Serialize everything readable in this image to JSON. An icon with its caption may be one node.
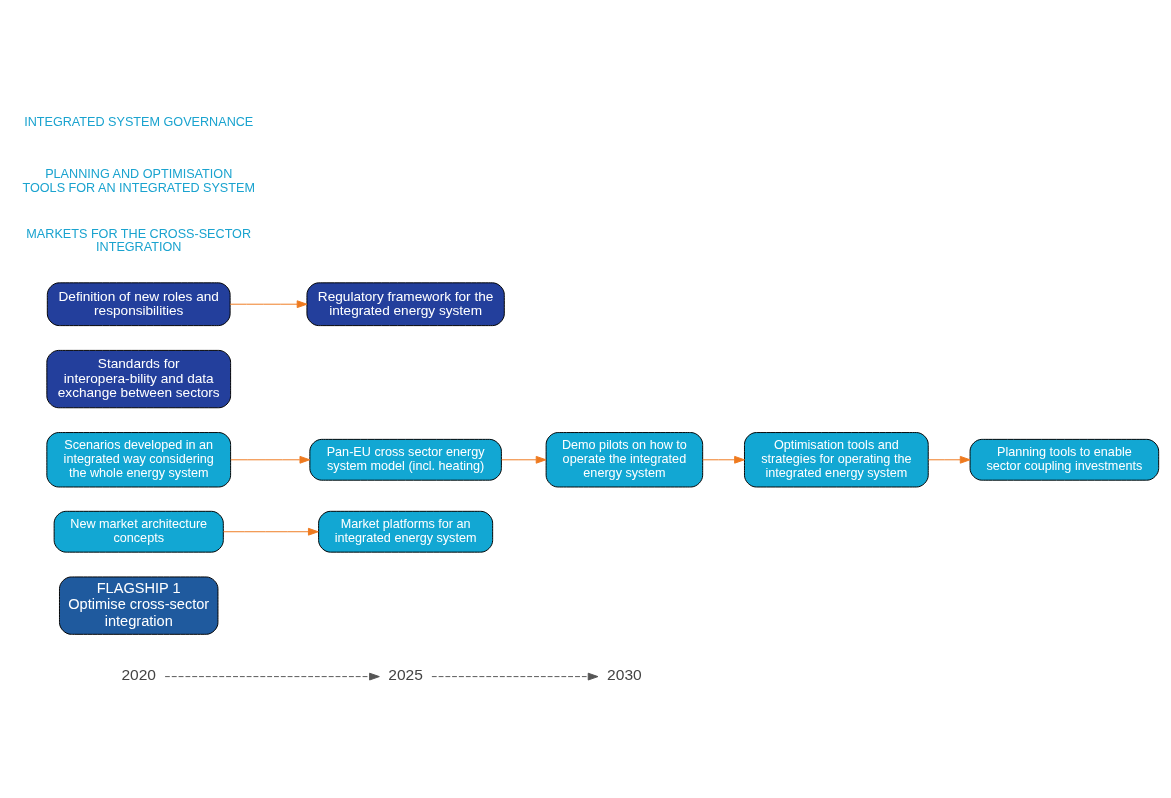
{
  "diagram": {
    "nodes": [
      {
        "text": [
          "2020"
        ]
      },
      {
        "text": [
          "2025"
        ]
      },
      {
        "text": [
          "2030"
        ]
      },
      {
        "text": [
          "FLAGSHIP 1",
          "Optimise cross-sector integration"
        ]
      },
      {
        "text": [
          "New market architecture concepts"
        ]
      },
      {
        "text": [
          "Market platforms for an integrated energy system"
        ]
      },
      {
        "text": [
          "Scenarios developed in an integrated way considering the whole energy system"
        ]
      },
      {
        "text": [
          "Pan-EU cross sector energy system model (incl. heating)"
        ]
      },
      {
        "text": [
          "Demo pilots on how to operate the integrated energy system"
        ]
      },
      {
        "text": [
          "Optimisation tools and strategies for operating the integrated energy system"
        ]
      },
      {
        "text": [
          "Planning tools to enable sector coupling investments"
        ]
      },
      {
        "text": [
          "Standards for interopera-bility and data exchange between sectors"
        ]
      },
      {
        "text": [
          "Definition of new roles and responsibilities"
        ]
      },
      {
        "text": [
          "Regulatory framework for the integrated energy system"
        ]
      }
    ],
    "edges": [
      {
        "from": 0,
        "to": 1,
        "arrow": "to",
        "style": "dashed",
        "color": "#555555"
      },
      {
        "from": 1,
        "to": 2,
        "arrow": "to",
        "style": "dashed",
        "color": "#555555"
      },
      {
        "from": 4,
        "to": 5,
        "arrow": "to"
      },
      {
        "from": 6,
        "to": 7,
        "arrow": "to"
      },
      {
        "from": 7,
        "to": 8,
        "arrow": "to"
      },
      {
        "from": 8,
        "to": 9,
        "arrow": "to"
      },
      {
        "from": 9,
        "to": 10,
        "arrow": "to"
      },
      {
        "from": 12,
        "to": 13,
        "arrow": "to"
      }
    ],
    "labels": [
      "MARKETS FOR THE CROSS-SECTOR INTEGRATION",
      "PLANNING AND OPTIMISATION TOOLS FOR AN INTEGRATED SYSTEM",
      "INTEGRATED SYSTEM GOVERNANCE"
    ]
  }
}
